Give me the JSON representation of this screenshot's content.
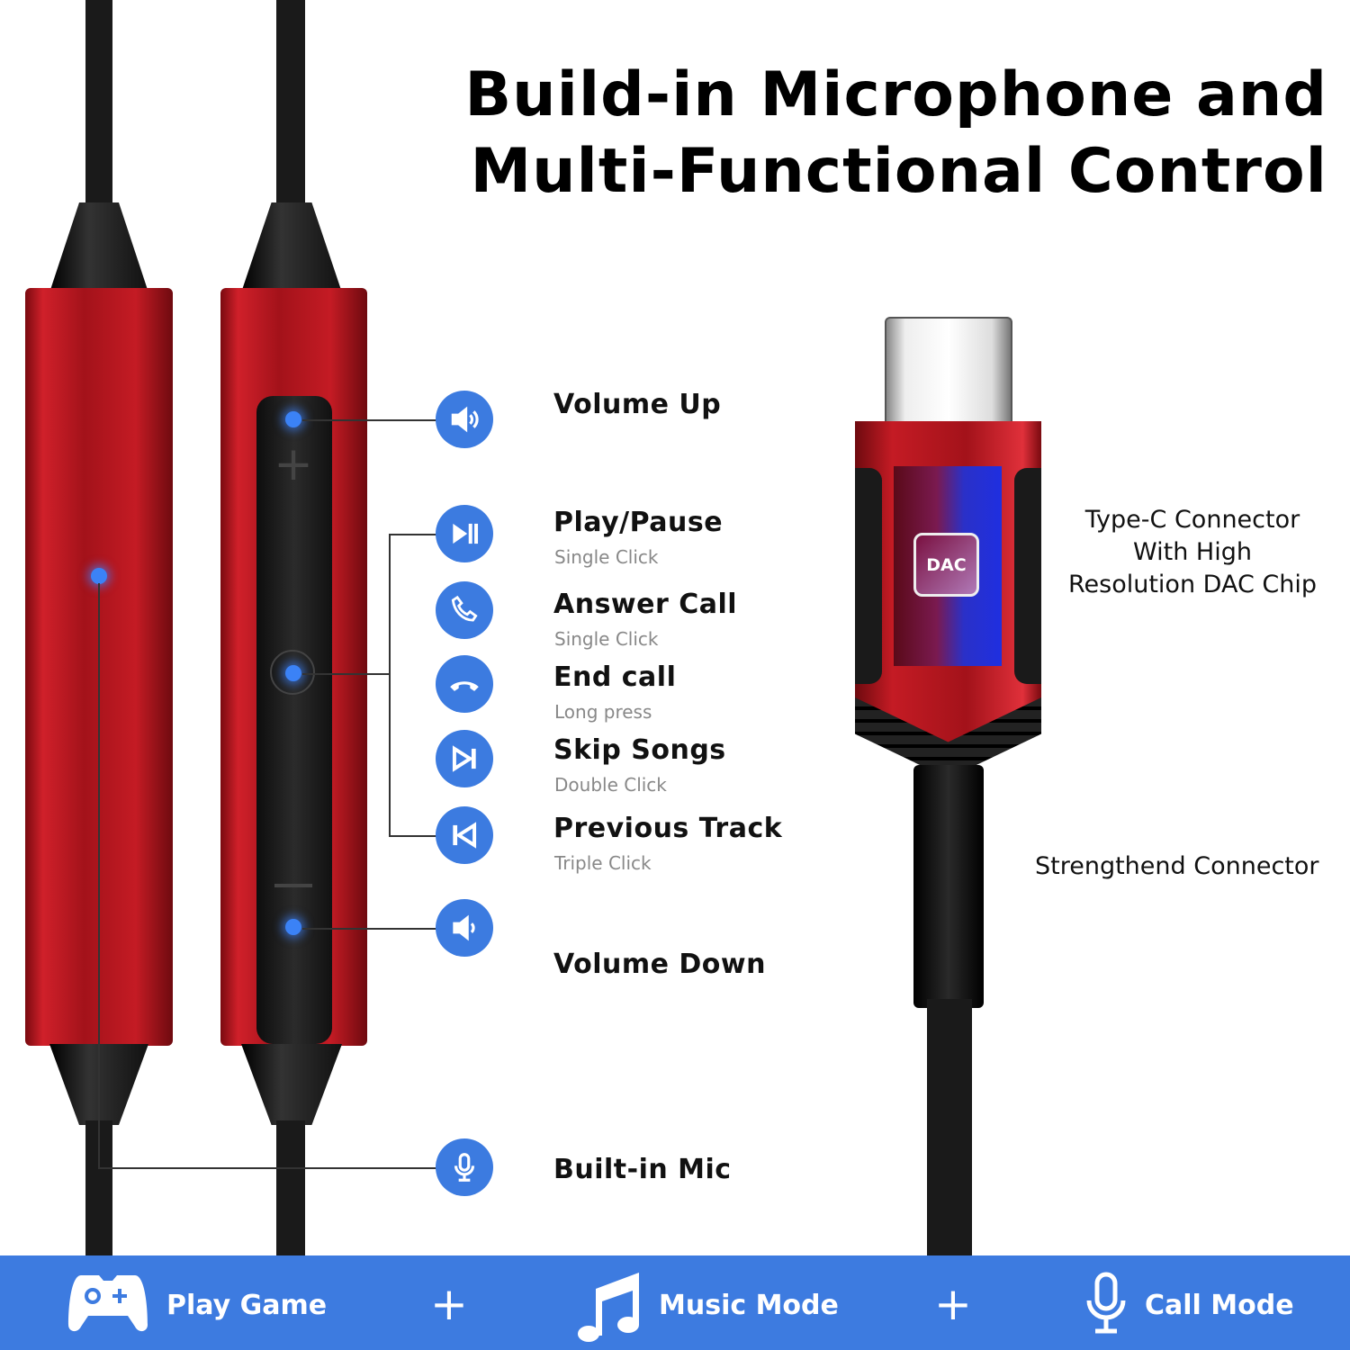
{
  "title": {
    "line1": "Build-in Microphone and",
    "line2": "Multi-Functional Control"
  },
  "controls": [
    {
      "label": "Volume Up",
      "action": "",
      "icon": "volume-up-icon"
    },
    {
      "label": "Play/Pause",
      "action": "Single Click",
      "icon": "play-pause-icon"
    },
    {
      "label": "Answer Call",
      "action": "Single Click",
      "icon": "phone-icon"
    },
    {
      "label": "End call",
      "action": "Long press",
      "icon": "hang-up-icon"
    },
    {
      "label": "Skip Songs",
      "action": "Double Click",
      "icon": "next-track-icon"
    },
    {
      "label": "Previous Track",
      "action": "Triple Click",
      "icon": "previous-track-icon"
    },
    {
      "label": "Volume Down",
      "action": "",
      "icon": "volume-down-icon"
    },
    {
      "label": "Built-in Mic",
      "action": "",
      "icon": "microphone-icon"
    }
  ],
  "connector": {
    "chip_label": "DAC",
    "description": [
      "Type-C Connector",
      "With High",
      "Resolution DAC Chip"
    ],
    "strain_relief": "Strengthend Connector"
  },
  "bottom_bar": {
    "items": [
      {
        "label": "Play Game",
        "icon": "gamepad-icon"
      },
      {
        "label": "Music Mode",
        "icon": "music-note-icon"
      },
      {
        "label": "Call Mode",
        "icon": "microphone-icon"
      }
    ],
    "separator": "+"
  },
  "colors": {
    "accent_blue": "#3d7be0",
    "product_red": "#c41b24"
  }
}
